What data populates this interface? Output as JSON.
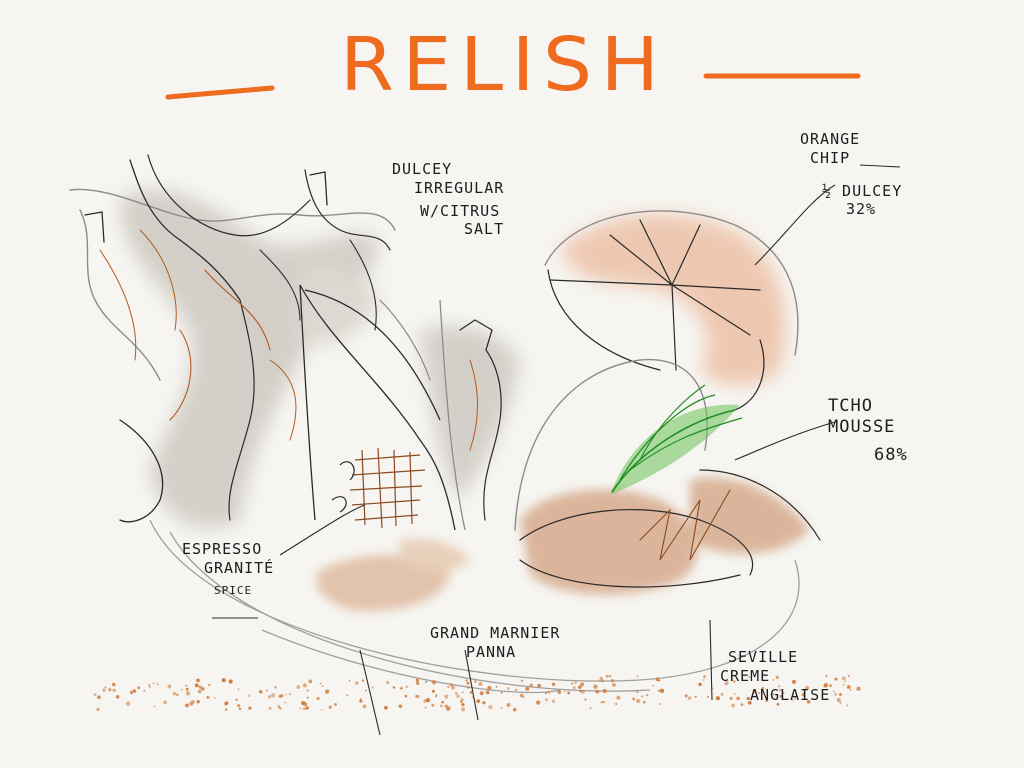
{
  "title": "RELISH",
  "colors": {
    "title": "#ee6b1f",
    "ink": "#1e1e1e",
    "orange_wash": "#e8a37d",
    "caramel_wash": "#c98c64",
    "grey_wash": "#b8b0a8",
    "leaf_green": "#2ea52b",
    "crumb_dots": "#d07a3a"
  },
  "labels": {
    "dulcey": {
      "line1": "Dulcey",
      "line2": "Irregular",
      "line3": "w/Citrus",
      "line4": "Salt"
    },
    "orange_chip": {
      "line1": "Orange",
      "line2": "Chip",
      "line3": "½ Dulcey",
      "line4": "32%"
    },
    "tcho": {
      "line1": "Tcho",
      "line2": "Mousse",
      "line3": "68%"
    },
    "espresso": {
      "line1": "Espresso",
      "line2": "Granité",
      "line3": "spice"
    },
    "grand_marnier": {
      "line1": "Grand Marnier",
      "line2": "Panna"
    },
    "seville": {
      "line1": "Seville",
      "line2": "Creme",
      "line3": "Anglaise"
    }
  }
}
